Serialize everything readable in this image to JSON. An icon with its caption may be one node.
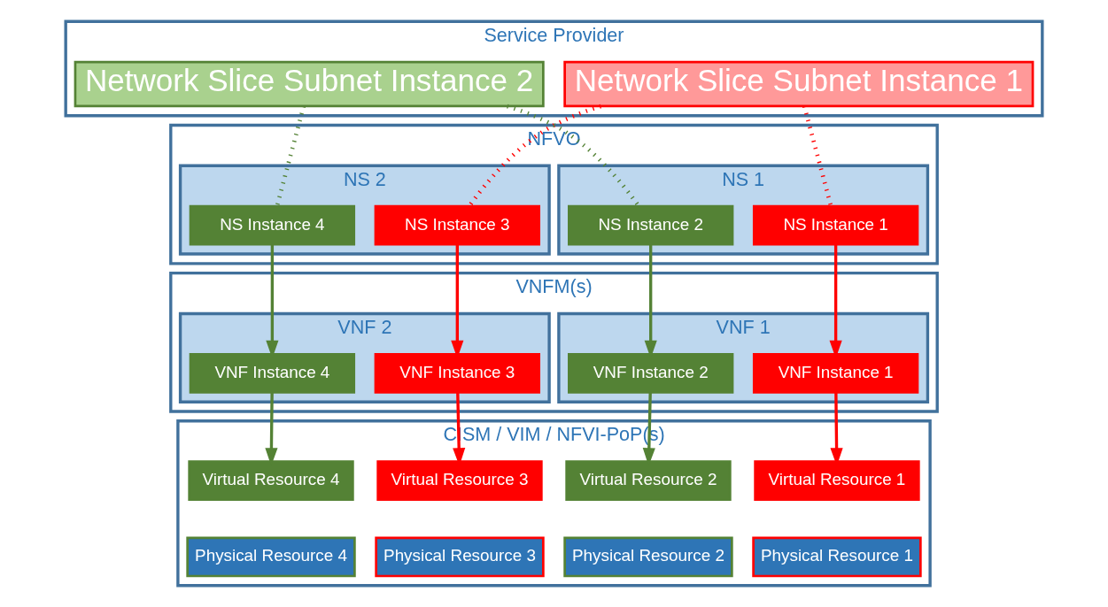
{
  "diagram": {
    "nodes": [
      {
        "text": [
          "Service Provider"
        ]
      },
      {
        "text": [
          "Network Slice Subnet Instance 1"
        ],
        "in": 0
      },
      {
        "text": [
          "Network Slice Subnet Instance 2"
        ],
        "in": 0
      },
      {
        "text": [
          "NFVO"
        ]
      },
      {
        "text": [
          "NS 1"
        ],
        "in": 3
      },
      {
        "text": [
          "NS Instance 1"
        ],
        "in": 4
      },
      {
        "text": [
          "NS Instance 2"
        ],
        "in": 4
      },
      {
        "text": [
          "NS 2"
        ],
        "in": 3
      },
      {
        "text": [
          "NS Instance 3"
        ],
        "in": 7
      },
      {
        "text": [
          "NS Instance 4"
        ],
        "in": 7
      },
      {
        "text": [
          "VNFM(s)"
        ]
      },
      {
        "text": [
          "VNF 1"
        ],
        "in": 10
      },
      {
        "text": [
          "VNF Instance 1"
        ],
        "in": 11
      },
      {
        "text": [
          "VNF Instance 2"
        ],
        "in": 11
      },
      {
        "text": [
          "VNF 2"
        ],
        "in": 10
      },
      {
        "text": [
          "VNF Instance 3"
        ],
        "in": 14
      },
      {
        "text": [
          "VNF Instance 4"
        ],
        "in": 14
      },
      {
        "text": [
          "CISM / VIM / NFVI-PoP(s)"
        ]
      },
      {
        "text": [
          "Virtual Resource 1"
        ],
        "in": 17
      },
      {
        "text": [
          "Physical Resource 1"
        ],
        "in": 17
      },
      {
        "text": [
          "Virtual Resource 2"
        ],
        "in": 17
      },
      {
        "text": [
          "Physical Resource 2"
        ],
        "in": 17
      },
      {
        "text": [
          "Virtual Resource 3"
        ],
        "in": 17
      },
      {
        "text": [
          "Physical Resource 3"
        ],
        "in": 17
      },
      {
        "text": [
          "Virtual Resource 4"
        ],
        "in": 17
      },
      {
        "text": [
          "Physical Resource 4"
        ],
        "in": 17
      }
    ],
    "edges": [
      {
        "from": 1,
        "to": 5,
        "arrow": "none",
        "style": "dashed",
        "color": "#ff0000"
      },
      {
        "from": 1,
        "to": 8,
        "arrow": "none",
        "style": "dashed",
        "color": "#ff0000"
      },
      {
        "from": 2,
        "to": 6,
        "arrow": "none",
        "style": "dashed",
        "color": "#548235"
      },
      {
        "from": 2,
        "to": 9,
        "arrow": "none",
        "style": "dashed",
        "color": "#548235"
      },
      {
        "from": 5,
        "to": 12,
        "arrow": "to",
        "color": "#ff0000"
      },
      {
        "from": 12,
        "to": 18,
        "arrow": "to",
        "color": "#ff0000"
      },
      {
        "from": 6,
        "to": 13,
        "arrow": "to",
        "color": "#548235"
      },
      {
        "from": 13,
        "to": 20,
        "arrow": "to",
        "color": "#548235"
      },
      {
        "from": 8,
        "to": 15,
        "arrow": "to",
        "color": "#ff0000"
      },
      {
        "from": 15,
        "to": 22,
        "arrow": "to",
        "color": "#ff0000"
      },
      {
        "from": 9,
        "to": 16,
        "arrow": "to",
        "color": "#548235"
      },
      {
        "from": 16,
        "to": 24,
        "arrow": "to",
        "color": "#548235"
      }
    ]
  }
}
